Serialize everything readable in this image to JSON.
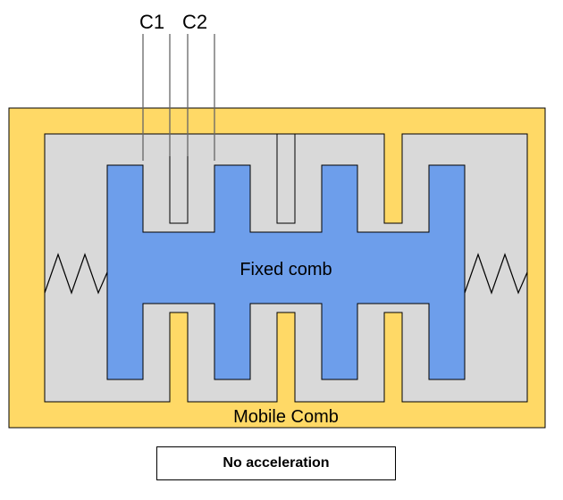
{
  "labels": {
    "c1": "C1",
    "c2": "C2",
    "fixed_comb": "Fixed comb",
    "mobile_comb": "Mobile Comb"
  },
  "caption": "No acceleration",
  "colors": {
    "mobile_comb_fill": "#FFD966",
    "cavity_fill": "#D9D9D9",
    "fixed_comb_fill": "#6D9EEB",
    "stroke": "#000000",
    "lead_line": "#666666"
  }
}
